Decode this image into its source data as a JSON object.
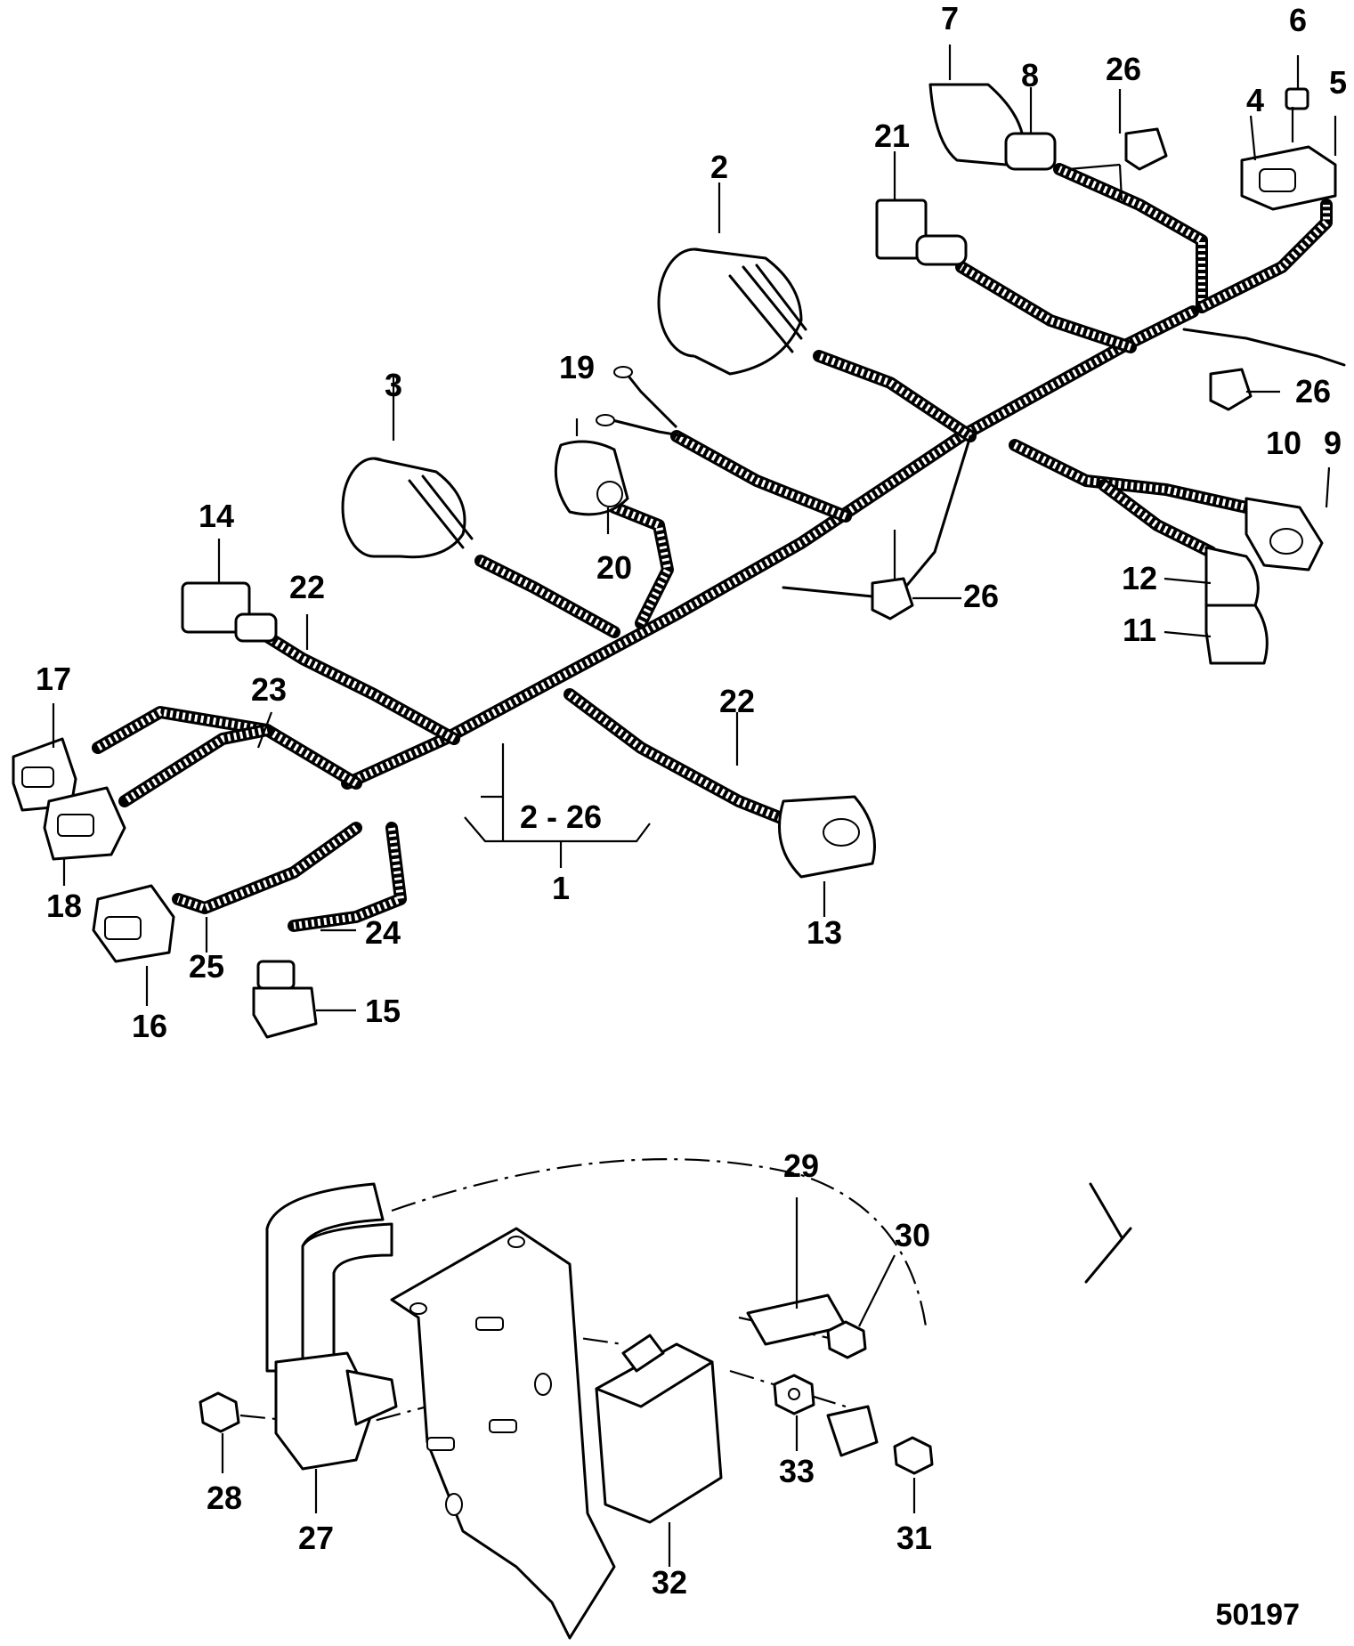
{
  "figure_number": "50197",
  "group_label": "2 - 26",
  "callouts": {
    "c1": "1",
    "c2": "2",
    "c3": "3",
    "c4": "4",
    "c5": "5",
    "c6": "6",
    "c7": "7",
    "c8": "8",
    "c9": "9",
    "c10": "10",
    "c11": "11",
    "c12": "12",
    "c13": "13",
    "c14": "14",
    "c15": "15",
    "c16": "16",
    "c17": "17",
    "c18": "18",
    "c19": "19",
    "c20": "20",
    "c21": "21",
    "c22a": "22",
    "c22b": "22",
    "c23": "23",
    "c24": "24",
    "c25": "25",
    "c26a": "26",
    "c26b": "26",
    "c26c": "26",
    "c27": "27",
    "c28": "28",
    "c29": "29",
    "c30": "30",
    "c31": "31",
    "c32": "32",
    "c33": "33"
  }
}
